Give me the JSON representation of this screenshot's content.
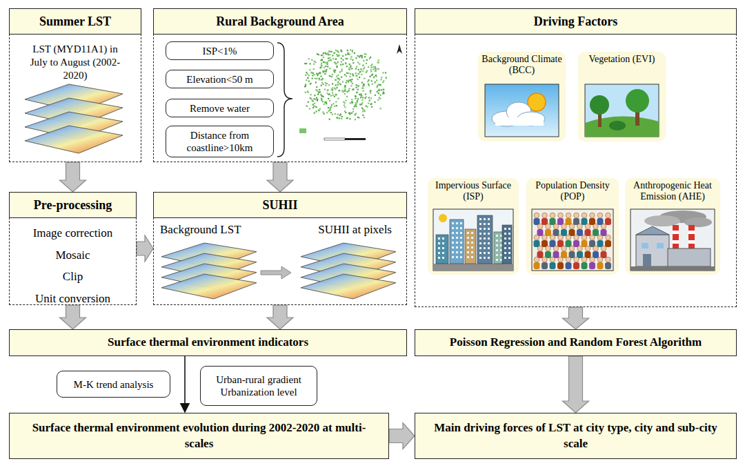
{
  "diagram": {
    "nodes": [
      {
        "text": [
          "Summer LST",
          "LST (MYD11A1) in July to August (2002-2020)"
        ]
      },
      {
        "text": [
          "Rural Background Area"
        ]
      },
      {
        "text": [
          "ISP<1%"
        ],
        "in": 1
      },
      {
        "text": [
          "Elevation<50 m"
        ],
        "in": 1
      },
      {
        "text": [
          "Remove water"
        ],
        "in": 1
      },
      {
        "text": [
          "Distance from coastline>10km"
        ],
        "in": 1
      },
      {
        "text": [
          "Driving Factors"
        ]
      },
      {
        "text": [
          "Background Climate (BCC)"
        ],
        "in": 6
      },
      {
        "text": [
          "Vegetation (EVI)"
        ],
        "in": 6
      },
      {
        "text": [
          "Impervious Surface (ISP)"
        ],
        "in": 6
      },
      {
        "text": [
          "Population Density (POP)"
        ],
        "in": 6
      },
      {
        "text": [
          "Anthropogenic Heat Emission (AHE)"
        ],
        "in": 6
      },
      {
        "text": [
          "Pre-processing",
          "Image correction",
          "Mosaic",
          "Clip",
          "Unit conversion"
        ]
      },
      {
        "text": [
          "SUHII",
          "Background LST",
          "SUHII at pixels"
        ]
      },
      {
        "text": [
          "Surface thermal environment indicators"
        ]
      },
      {
        "text": [
          "Poisson Regression and Random Forest Algorithm"
        ]
      },
      {
        "text": [
          "M-K trend analysis"
        ]
      },
      {
        "text": [
          "Urban-rural gradient Urbanization level"
        ]
      },
      {
        "text": [
          "Surface thermal environment evolution during 2002-2020 at multi-scales"
        ]
      },
      {
        "text": [
          "Main driving forces of LST at city type, city and sub-city scale"
        ]
      }
    ],
    "edges": [
      {
        "from": 0,
        "to": 12,
        "arrow": "to"
      },
      {
        "from": 1,
        "to": 13,
        "arrow": "to"
      },
      {
        "from": 12,
        "to": 13,
        "arrow": "to"
      },
      {
        "from": 12,
        "to": 14,
        "arrow": "to"
      },
      {
        "from": 13,
        "to": 14,
        "arrow": "to"
      },
      {
        "from": 6,
        "to": 15,
        "arrow": "to"
      },
      {
        "from": 14,
        "to": 18,
        "arrow": "to"
      },
      {
        "from": 15,
        "to": 19,
        "arrow": "to"
      },
      {
        "from": 18,
        "to": 19,
        "arrow": "to"
      }
    ]
  }
}
